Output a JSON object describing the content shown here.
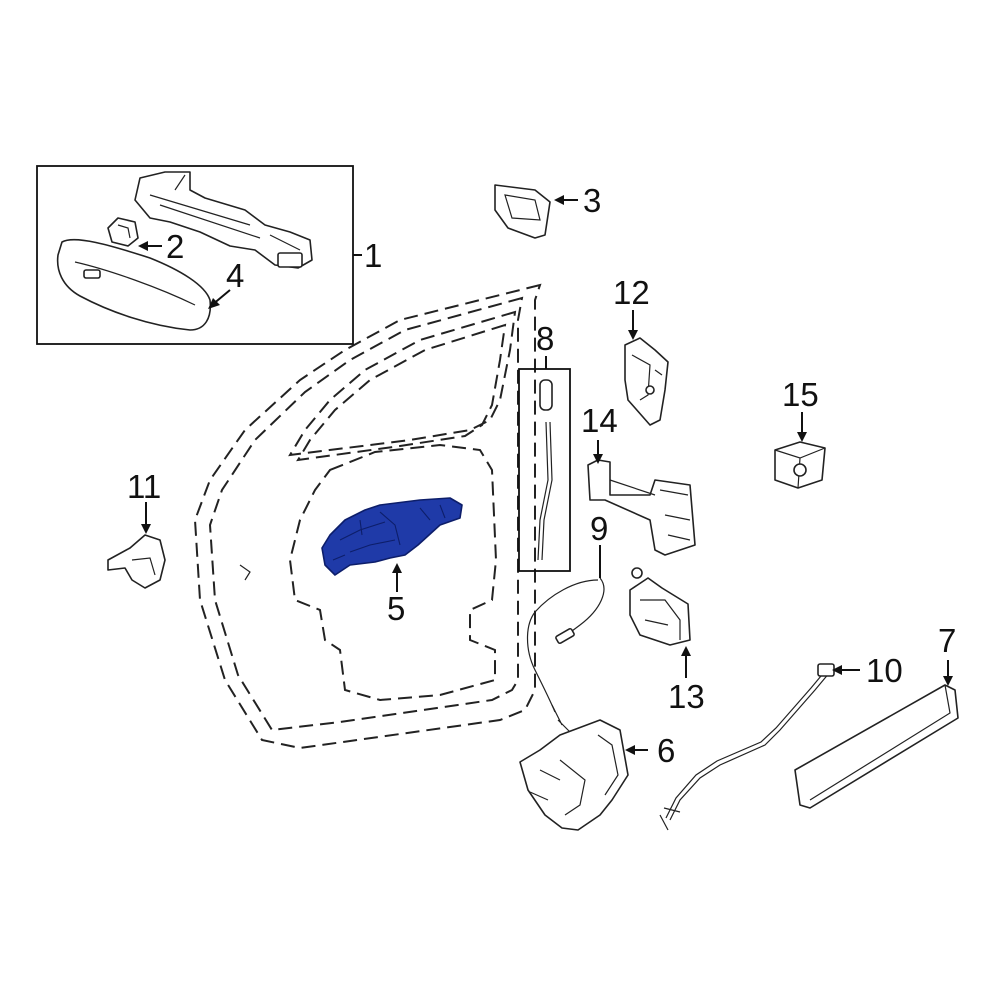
{
  "diagram": {
    "callouts": {
      "c1": "1",
      "c2": "2",
      "c3": "3",
      "c4": "4",
      "c5": "5",
      "c6": "6",
      "c7": "7",
      "c8": "8",
      "c9": "9",
      "c10": "10",
      "c11": "11",
      "c12": "12",
      "c13": "13",
      "c14": "14",
      "c15": "15"
    },
    "highlighted_part": "5",
    "colors": {
      "highlight": "#1f3aa8",
      "line": "#222222",
      "background": "#ffffff"
    }
  }
}
